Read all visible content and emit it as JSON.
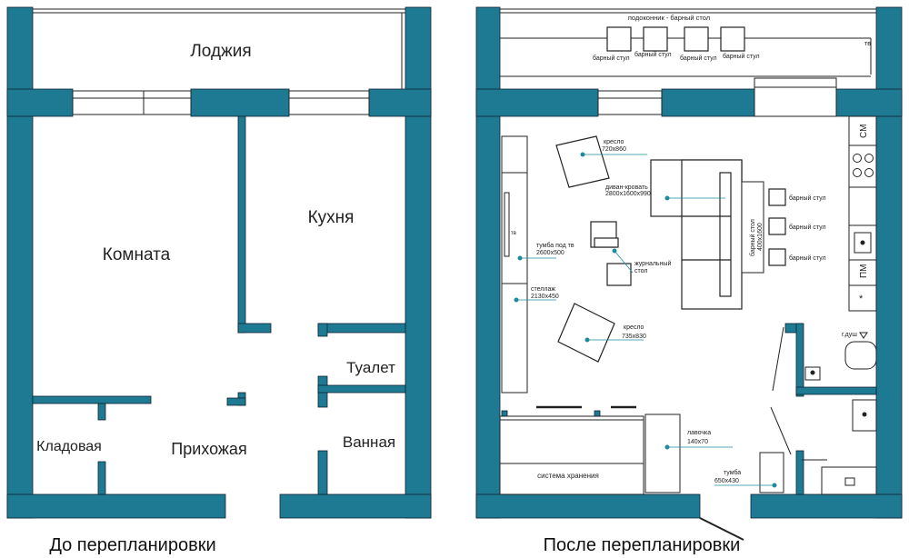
{
  "colors": {
    "wall": "#1d7a92",
    "line": "#222222",
    "accent": "#1d8c9c"
  },
  "before": {
    "caption": "До перепланировки",
    "rooms": {
      "loggia": "Лоджия",
      "room": "Комната",
      "kitchen": "Кухня",
      "toilet": "Туалет",
      "pantry": "Кладовая",
      "hallway": "Прихожая",
      "bathroom": "Ванная"
    }
  },
  "after": {
    "caption": "После перепланировки",
    "labels": {
      "sill_bar": "подоконник - барный стол",
      "bar_stool": "барный стул",
      "tv_small": "тв",
      "armchair1": "кресло",
      "armchair1_size": "720x860",
      "sofa": "диван-кровать",
      "sofa_size": "2800x1600x990",
      "bar_table": "барный стол",
      "bar_table_size": "400x1600",
      "tv_stand": "тумба под тв",
      "tv_stand_size": "2600x500",
      "tv": "тв",
      "coffee_table": "журнальный",
      "coffee_table2": "стол",
      "shelving": "стеллаж",
      "shelving_size": "2130x450",
      "armchair2": "кресло",
      "armchair2_size": "735x830",
      "shower": "г.душ",
      "bench": "лавочка",
      "bench_size": "140x70",
      "storage": "система хранения",
      "cabinet": "тумба",
      "cabinet_size": "650x430",
      "kitchen_cm": "СМ",
      "kitchen_pm": "ПМ"
    }
  }
}
